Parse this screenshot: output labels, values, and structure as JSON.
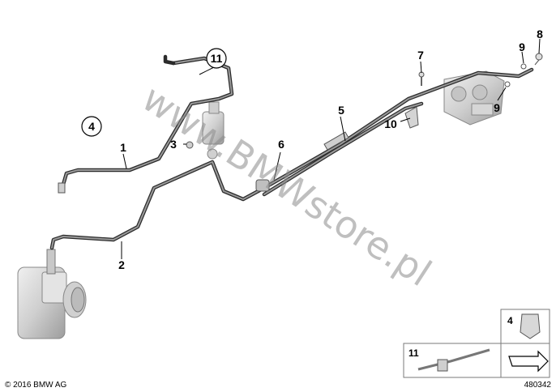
{
  "labels": {
    "l1": "1",
    "l2": "2",
    "l3": "3",
    "l4": "4",
    "l5": "5",
    "l6": "6",
    "l7": "7",
    "l8": "8",
    "l9a": "9",
    "l9b": "9",
    "l10": "10",
    "l11": "11"
  },
  "legend": {
    "item4": "4",
    "item11": "11"
  },
  "watermark": "www.BMWstore.pl",
  "copyright": "© 2016 BMW AG",
  "diagram_number": "480342",
  "colors": {
    "pipe": "#2b2b2b",
    "part_fill": "#d9d9d9",
    "watermark": "#8a8a8a"
  }
}
